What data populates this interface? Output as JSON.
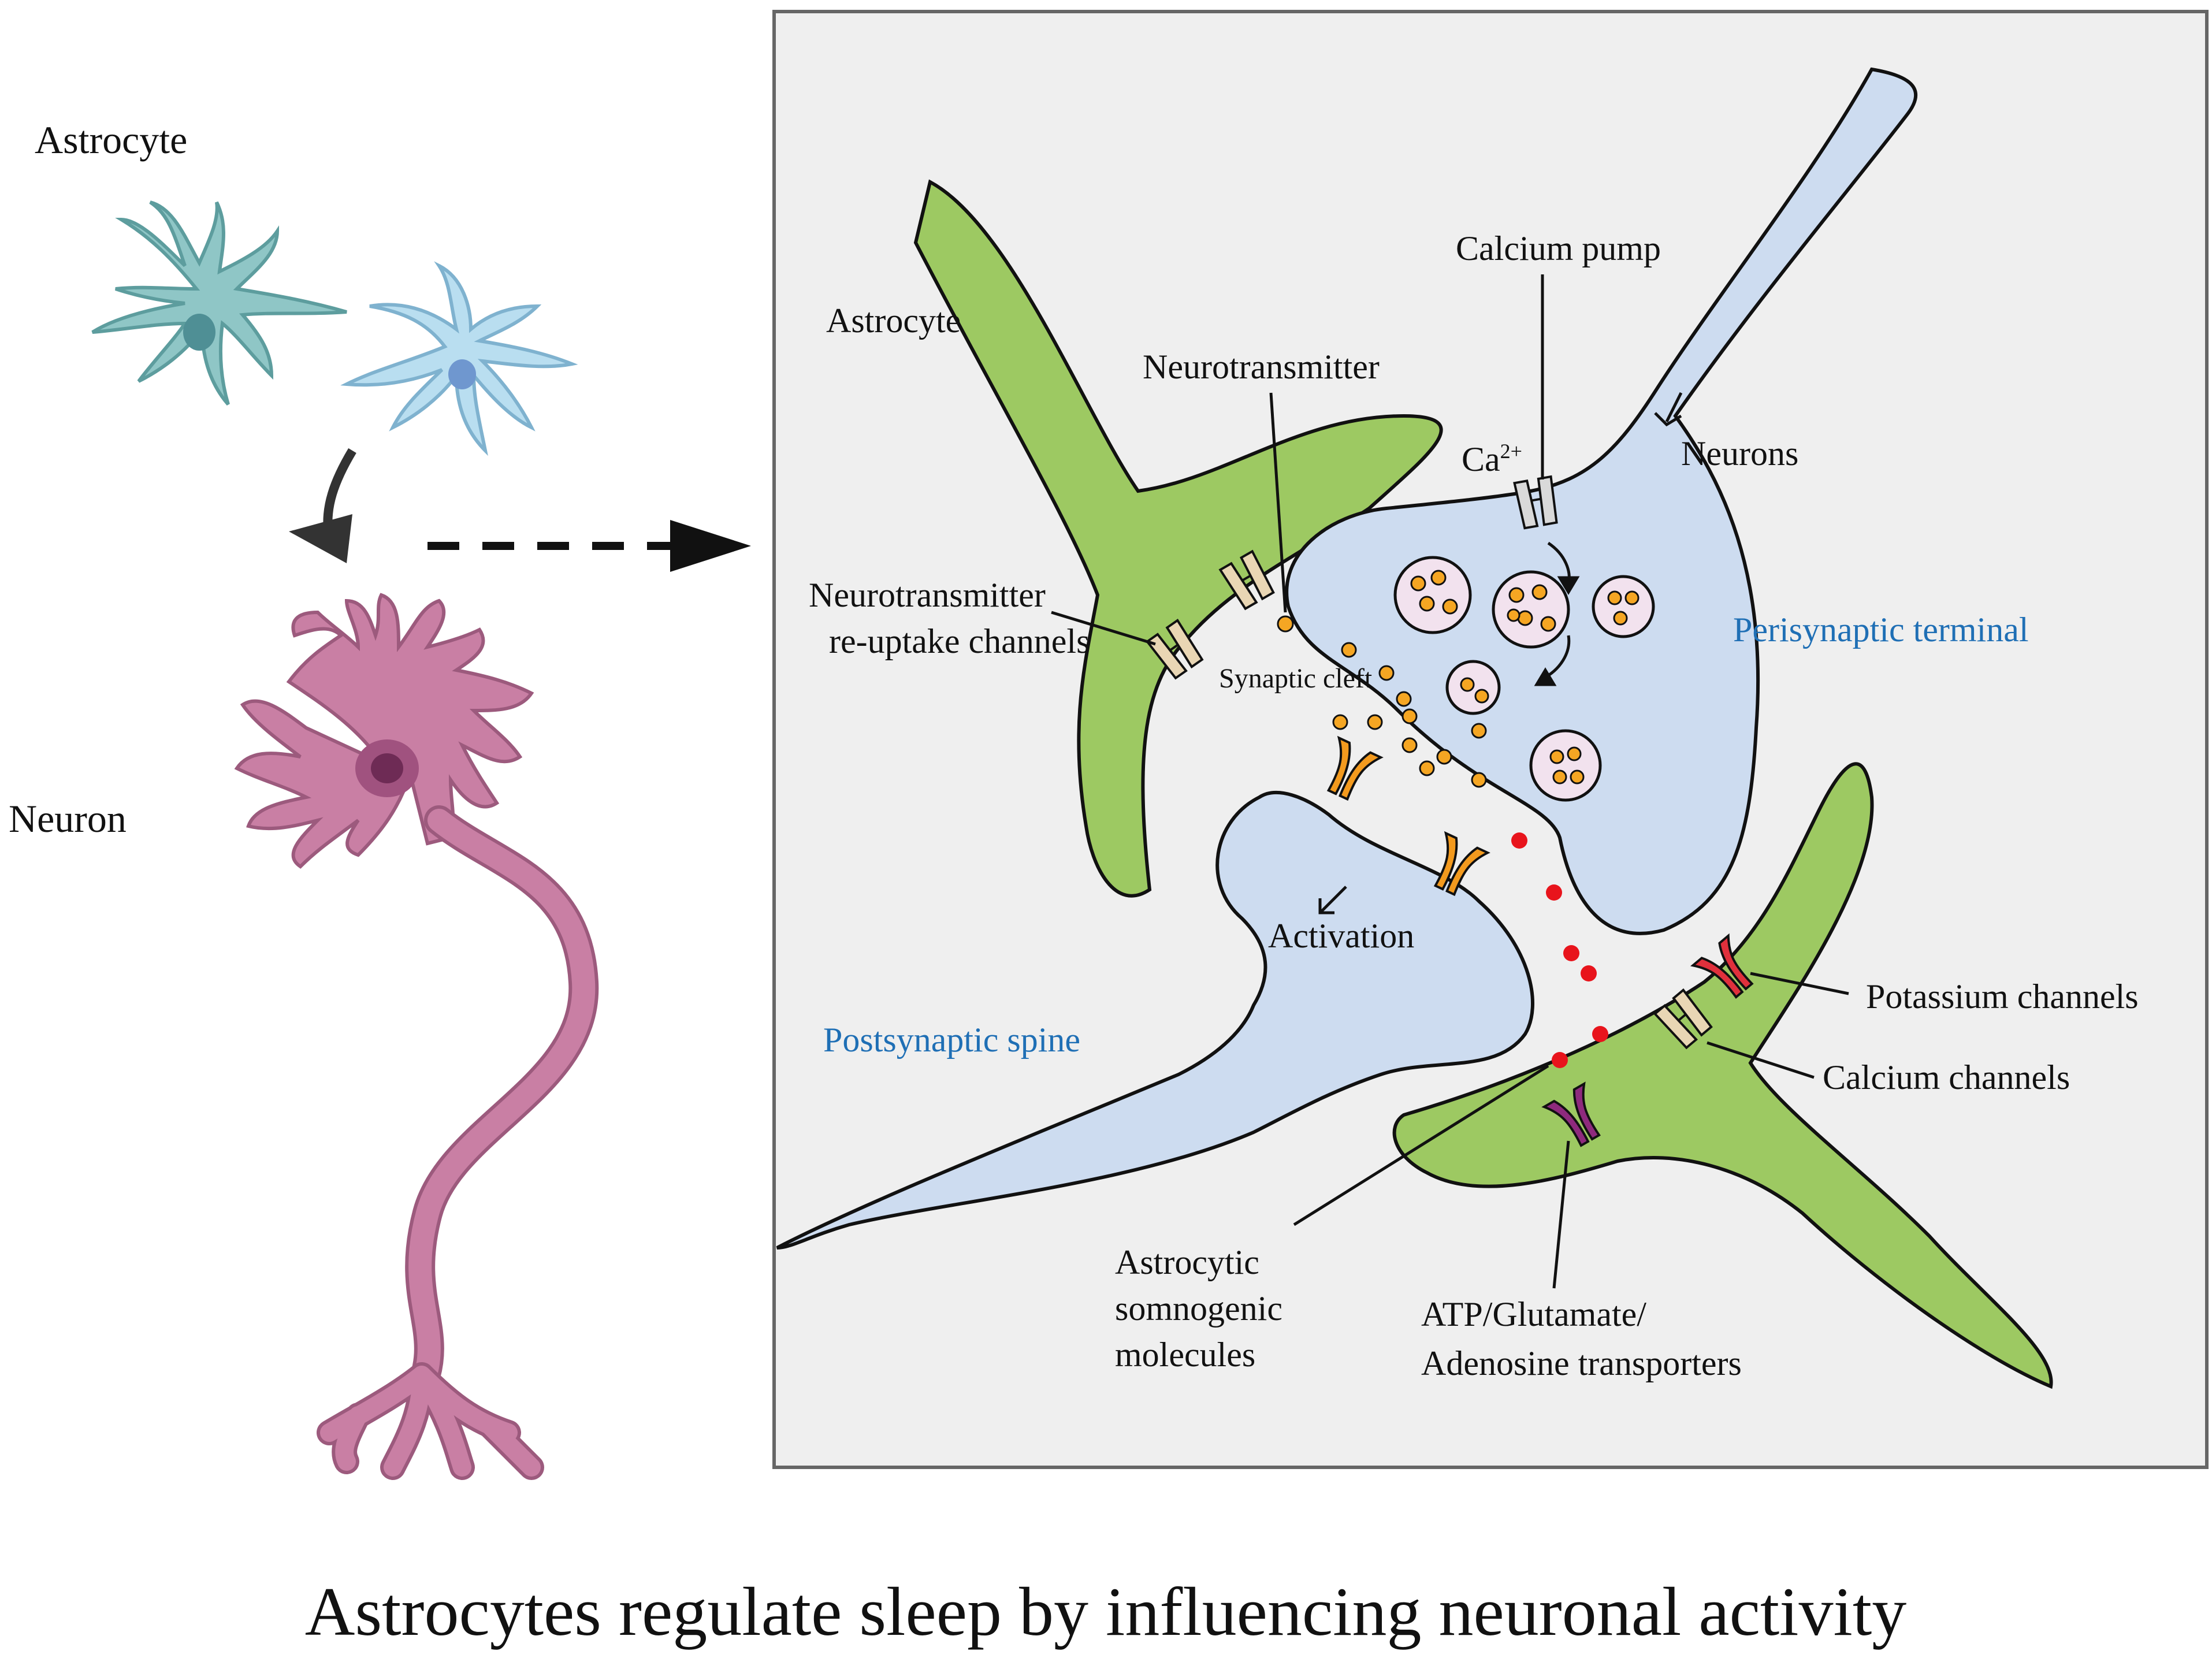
{
  "left_labels": {
    "astrocyte": "Astrocyte",
    "neuron": "Neuron"
  },
  "panel_labels": {
    "astrocyte": "Astrocyte",
    "neurotransmitter": "Neurotransmitter",
    "calcium_pump": "Calcium pump",
    "ca_ion_base": "Ca",
    "ca_ion_sup": "2+",
    "neurons": "Neurons",
    "reuptake_line1": "Neurotransmitter",
    "reuptake_line2": "re-uptake channels",
    "perisynaptic_terminal": "Perisynaptic terminal",
    "synaptic_cleft": "Synaptic cleft",
    "activation": "Activation",
    "postsynaptic_spine": "Postsynaptic spine",
    "potassium_channels": "Potassium channels",
    "calcium_channels": "Calcium channels",
    "somnogenic_line1": "Astrocytic",
    "somnogenic_line2": "somnogenic",
    "somnogenic_line3": "molecules",
    "transporters_line1": "ATP/Glutamate/",
    "transporters_line2": "Adenosine transporters"
  },
  "caption": "Astrocytes regulate sleep by influencing neuronal activity",
  "colors": {
    "astrocyte_green": "#9dc962",
    "neuron_blue": "#cddcf0",
    "left_astrocyte_teal": "#8fc6c6",
    "left_astrocyte_light": "#b9def0",
    "neuron_pink": "#c97fa4",
    "vesicle": "#f2e2ee",
    "neurotransmitter_orange": "#f5a623",
    "receptor_orange": "#f39a1e",
    "potassium_red": "#e0303c",
    "transporter_purple": "#8e2a7d",
    "channel_beige": "#e9d6b4",
    "somnogenic_red": "#e8141c",
    "panel_bg": "#efefef",
    "label_blue": "#1f6fb5"
  }
}
